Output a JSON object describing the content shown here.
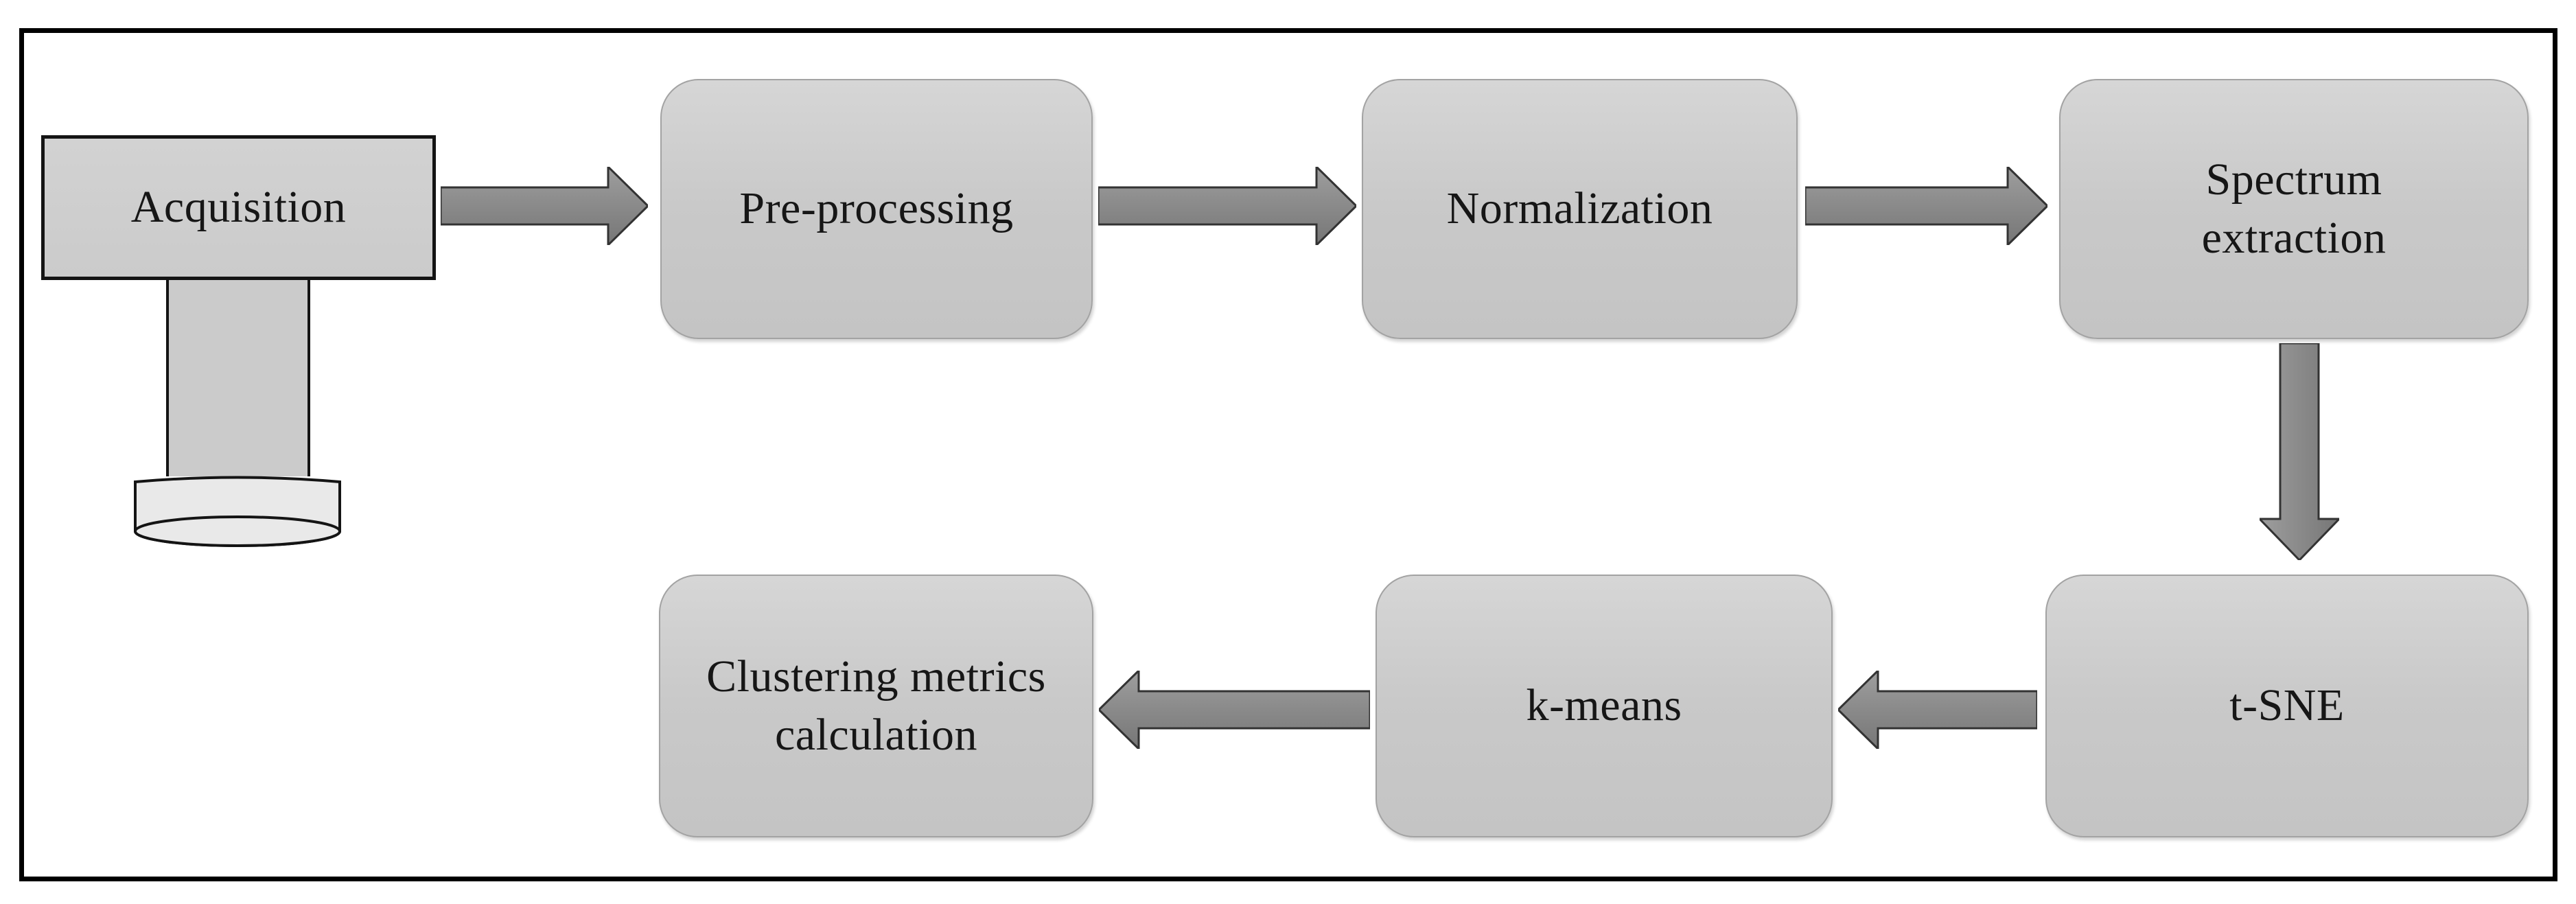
{
  "figure": {
    "type": "flowchart",
    "nodes": [
      {
        "id": "acquisition",
        "label": "Acquisition",
        "shape": "rectangle-with-device-icon"
      },
      {
        "id": "pre-processing",
        "label": "Pre-processing",
        "shape": "rounded-rectangle"
      },
      {
        "id": "normalization",
        "label": "Normalization",
        "shape": "rounded-rectangle"
      },
      {
        "id": "spectrum-extraction",
        "label": "Spectrum extraction",
        "shape": "rounded-rectangle"
      },
      {
        "id": "t-sne",
        "label": "t-SNE",
        "shape": "rounded-rectangle"
      },
      {
        "id": "k-means",
        "label": "k-means",
        "shape": "rounded-rectangle"
      },
      {
        "id": "clustering-metrics-calculation",
        "label": "Clustering metrics calculation",
        "shape": "rounded-rectangle"
      }
    ],
    "edges": [
      {
        "from": "acquisition",
        "to": "pre-processing",
        "direction": "right"
      },
      {
        "from": "pre-processing",
        "to": "normalization",
        "direction": "right"
      },
      {
        "from": "normalization",
        "to": "spectrum-extraction",
        "direction": "right"
      },
      {
        "from": "spectrum-extraction",
        "to": "t-sne",
        "direction": "down"
      },
      {
        "from": "t-sne",
        "to": "k-means",
        "direction": "left"
      },
      {
        "from": "k-means",
        "to": "clustering-metrics-calculation",
        "direction": "left"
      }
    ],
    "icons": [
      {
        "name": "acquisition-device-icon",
        "meaning": "microscope objective / camera lens below the Acquisition box"
      }
    ],
    "colors": {
      "background": "#ffffff",
      "frame_border": "#000000",
      "text": "#161616",
      "node_fill_light": "#d6d6d6",
      "node_fill": "#c9c9c9",
      "node_fill_dark": "#c4c4c4",
      "node_border": "#a3a3a3",
      "acq_fill": "#cbcbcb",
      "lens_fill": "#e9e9e9",
      "icon_outline": "#141414",
      "arrow_fill_light": "#9e9e9e",
      "arrow_fill": "#8e8e8e",
      "arrow_fill_dark": "#767676",
      "arrow_outline": "#333333"
    }
  }
}
